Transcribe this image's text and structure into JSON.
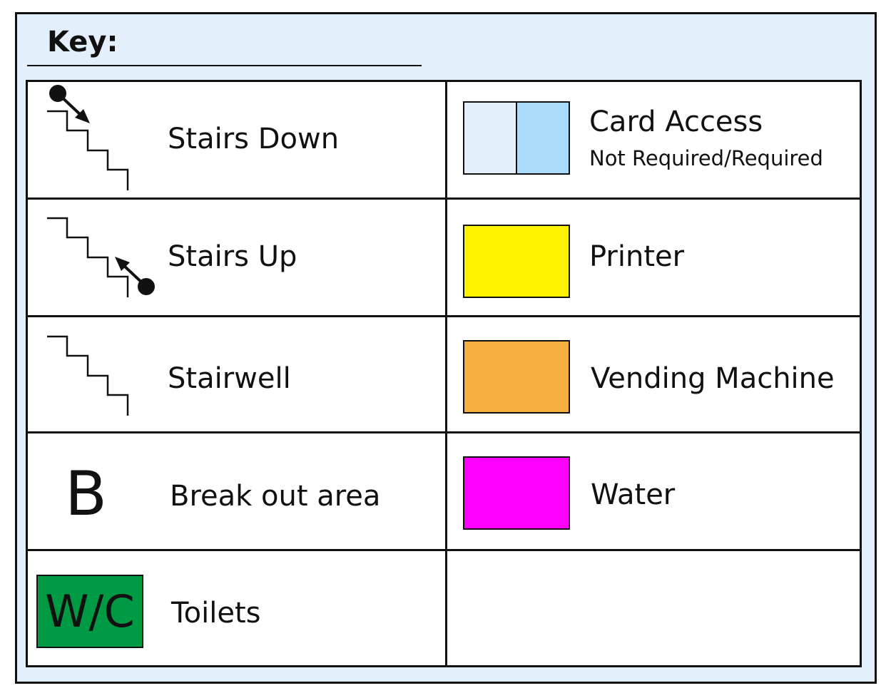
{
  "key": {
    "title": "Key:"
  },
  "legend": {
    "left": [
      {
        "icon": "stairs-down-icon",
        "label": "Stairs Down"
      },
      {
        "icon": "stairs-up-icon",
        "label": "Stairs Up"
      },
      {
        "icon": "stairwell-icon",
        "label": "Stairwell"
      },
      {
        "icon": "breakout-letter-icon",
        "symbol": "B",
        "label": "Break out area"
      },
      {
        "icon": "toilets-icon",
        "symbol": "W/C",
        "label": "Toilets",
        "color": "#009944"
      }
    ],
    "right": [
      {
        "label": "Card Access",
        "sublabel": "Not Required/Required",
        "colors": [
          "#e3f0fc",
          "#aadbfd"
        ]
      },
      {
        "label": "Printer",
        "color": "#fff200"
      },
      {
        "label": "Vending Machine",
        "color": "#f7b040"
      },
      {
        "label": "Water",
        "color": "#ff00ff"
      }
    ]
  }
}
